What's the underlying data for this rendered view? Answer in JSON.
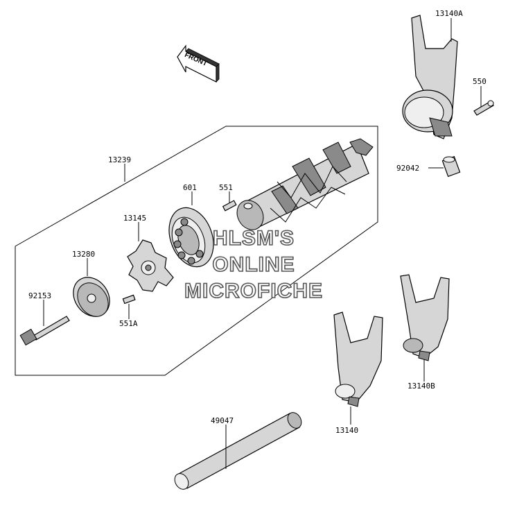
{
  "direction_marker": {
    "text": "FRONT"
  },
  "watermark": {
    "line1": "HLSM'S",
    "line2": "ONLINE",
    "line3": "MICROFICHE"
  },
  "callouts": {
    "c13140A": "13140A",
    "c550": "550",
    "c92042": "92042",
    "c13239": "13239",
    "c601": "601",
    "c551": "551",
    "c13145": "13145",
    "c13280": "13280",
    "c92153": "92153",
    "c551A": "551A",
    "c13140B": "13140B",
    "c49047": "49047",
    "c13140": "13140"
  }
}
